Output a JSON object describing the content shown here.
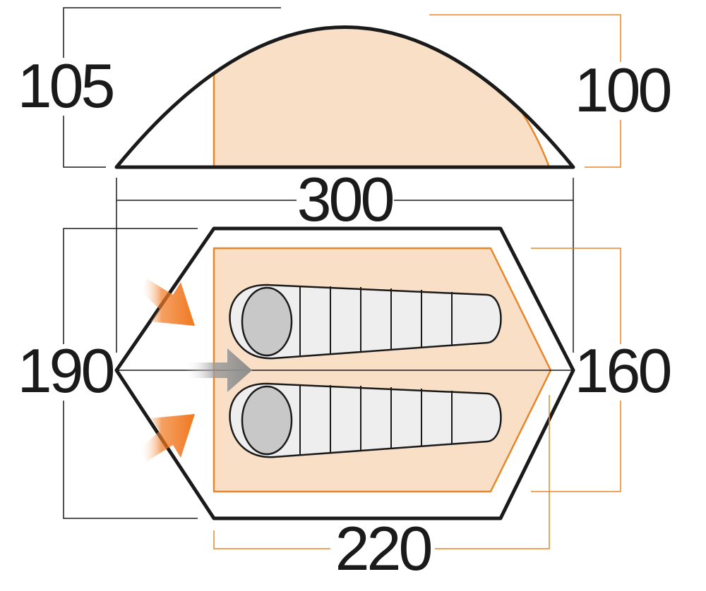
{
  "dimensions": {
    "outer_height": "105",
    "inner_height": "100",
    "outer_length": "300",
    "outer_width": "190",
    "inner_width": "160",
    "inner_length": "220"
  },
  "colors": {
    "outline": "#1a1a1a",
    "inner_outline": "#e8862a",
    "inner_fill": "#f9dfc6",
    "sleeping_bag": "#eeeeee",
    "sleeping_bag_head": "#c8c8c8",
    "arrow_orange": "#f07820",
    "arrow_grey": "#9a9a9a"
  },
  "icons": [
    "side-entry-arrow-icon",
    "side-entry-arrow-icon",
    "front-entry-arrow-icon",
    "sleeping-bag-icon",
    "sleeping-bag-icon"
  ]
}
